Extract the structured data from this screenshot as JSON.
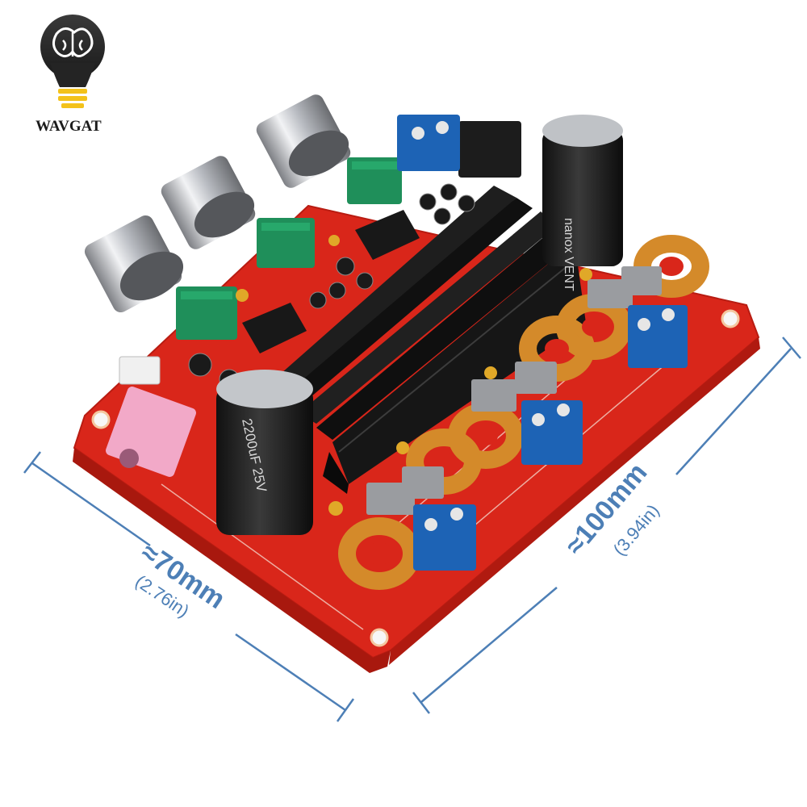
{
  "brand": {
    "name": "WAVGAT",
    "logo_icon": "brain-lightbulb-icon"
  },
  "dimensions": {
    "width_label": "≈70mm",
    "width_sub": "(2.76in)",
    "length_label": "≈100mm",
    "length_sub": "(3.94in)"
  },
  "colors": {
    "pcb": "#d9261a",
    "dimension_line": "#4d7fb6",
    "heatsink": "#141414",
    "copper": "#d48a2a",
    "terminal": "#1d63b5",
    "trimmer": "#1f8f5a"
  },
  "board": {
    "cap_large_1": "2200uF 25V",
    "cap_large_2": "nanox VENT"
  }
}
